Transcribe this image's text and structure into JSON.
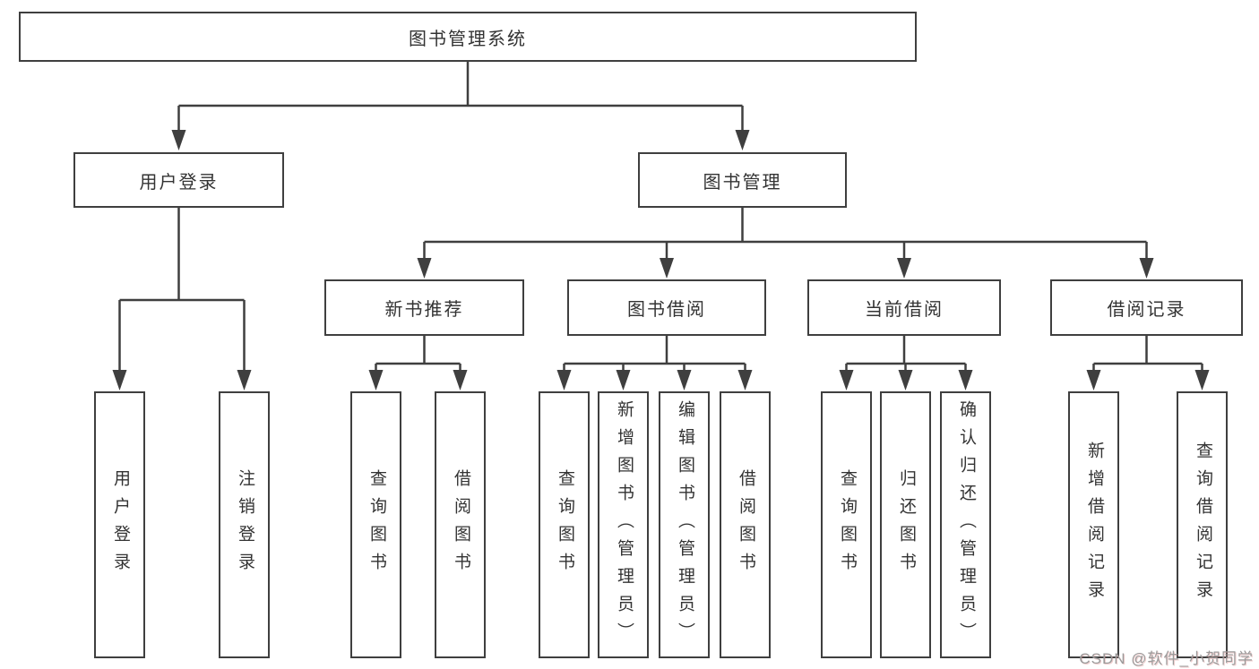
{
  "diagram": {
    "root": "图书管理系统",
    "branches": [
      {
        "label": "用户登录",
        "children": [
          "用户登录",
          "注销登录"
        ]
      },
      {
        "label": "图书管理",
        "children": [
          {
            "label": "新书推荐",
            "children": [
              "查询图书",
              "借阅图书"
            ]
          },
          {
            "label": "图书借阅",
            "children": [
              "查询图书",
              "新增图书（管理员）",
              "编辑图书（管理员）",
              "借阅图书"
            ]
          },
          {
            "label": "当前借阅",
            "children": [
              "查询图书",
              "归还图书",
              "确认归还（管理员）"
            ]
          },
          {
            "label": "借阅记录",
            "children": [
              "新增借阅记录",
              "查询借阅记录"
            ]
          }
        ]
      }
    ]
  },
  "watermark": "CSDN @软件_小贺同学",
  "colors": {
    "line": "#3f3f3f",
    "text": "#333333",
    "watermark": "#9b9b9b",
    "background": "#ffffff"
  }
}
